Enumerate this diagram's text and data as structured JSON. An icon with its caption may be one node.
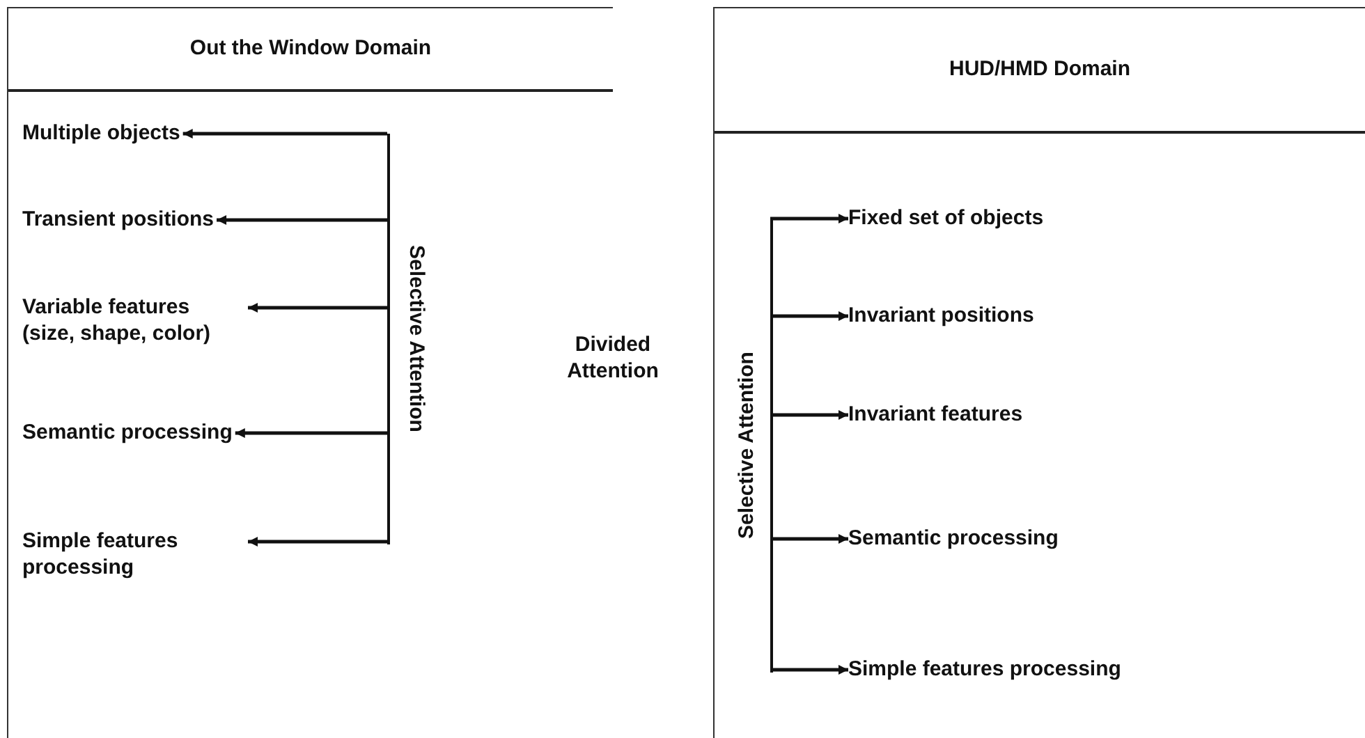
{
  "diagram": {
    "nodes": [
      {
        "text": [
          "Out the Window Domain"
        ]
      },
      {
        "text": [
          "Multiple objects"
        ],
        "in": 0
      },
      {
        "text": [
          "Transient positions"
        ],
        "in": 0
      },
      {
        "text": [
          "Variable features (size, shape, color)"
        ],
        "in": 0
      },
      {
        "text": [
          "Semantic processing"
        ],
        "in": 0
      },
      {
        "text": [
          "Simple features processing"
        ],
        "in": 0
      },
      {
        "text": [
          "Selective Attention"
        ],
        "in": 0
      },
      {
        "text": [
          "Divided Attention"
        ]
      },
      {
        "text": [
          "HUD/HMD Domain"
        ]
      },
      {
        "text": [
          "Selective Attention"
        ],
        "in": 8
      },
      {
        "text": [
          "Fixed set of objects"
        ],
        "in": 8
      },
      {
        "text": [
          "Invariant positions"
        ],
        "in": 8
      },
      {
        "text": [
          "Invariant features"
        ],
        "in": 8
      },
      {
        "text": [
          "Semantic processing"
        ],
        "in": 8
      },
      {
        "text": [
          "Simple features processing"
        ],
        "in": 8
      }
    ],
    "edges": [
      {
        "from": 6,
        "to": 1,
        "arrow": "to"
      },
      {
        "from": 6,
        "to": 2,
        "arrow": "to"
      },
      {
        "from": 6,
        "to": 3,
        "arrow": "to"
      },
      {
        "from": 6,
        "to": 4,
        "arrow": "to"
      },
      {
        "from": 6,
        "to": 5,
        "arrow": "to"
      },
      {
        "from": 9,
        "to": 10,
        "arrow": "to"
      },
      {
        "from": 9,
        "to": 11,
        "arrow": "to"
      },
      {
        "from": 9,
        "to": 12,
        "arrow": "to"
      },
      {
        "from": 9,
        "to": 13,
        "arrow": "to"
      },
      {
        "from": 9,
        "to": 14,
        "arrow": "to"
      }
    ]
  }
}
